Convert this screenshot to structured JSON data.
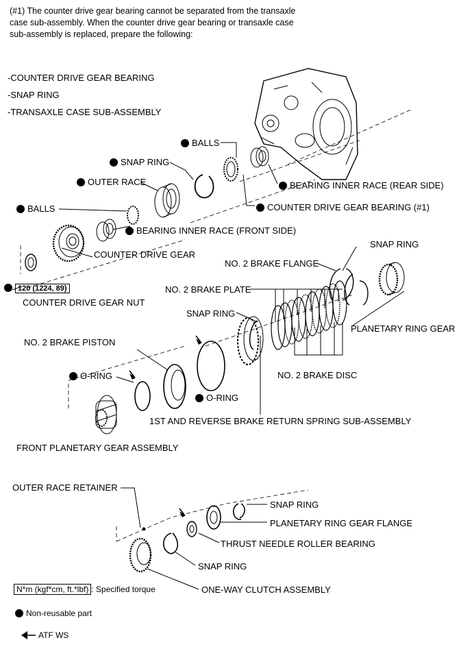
{
  "note": "(#1) The counter drive gear bearing cannot be separated from the transaxle case sub-assembly. When the counter drive gear bearing or transaxle case sub-assembly is replaced, prepare the following:",
  "prep_items": [
    "-COUNTER DRIVE GEAR BEARING",
    "-SNAP RING",
    "-TRANSAXLE CASE SUB-ASSEMBLY"
  ],
  "labels": {
    "balls": "BALLS",
    "snap_ring": "SNAP RING",
    "outer_race": "OUTER RACE",
    "bearing_inner_race_rear": "BEARING INNER RACE (REAR SIDE)",
    "counter_drive_gear_bearing": "COUNTER DRIVE GEAR BEARING (#1)",
    "bearing_inner_race_front": "BEARING INNER RACE (FRONT SIDE)",
    "counter_drive_gear": "COUNTER DRIVE GEAR",
    "torque_value": "120 (1224, 89)",
    "counter_drive_gear_nut": "COUNTER DRIVE GEAR NUT",
    "no2_brake_flange": "NO. 2 BRAKE FLANGE",
    "no2_brake_plate": "NO. 2 BRAKE PLATE",
    "planetary_ring_gear": "PLANETARY RING GEAR",
    "no2_brake_piston": "NO. 2 BRAKE PISTON",
    "o_ring": "O-RING",
    "no2_brake_disc": "NO. 2 BRAKE DISC",
    "return_spring": "1ST AND REVERSE BRAKE RETURN SPRING SUB-ASSEMBLY",
    "front_planetary_gear": "FRONT PLANETARY GEAR ASSEMBLY",
    "outer_race_retainer": "OUTER RACE RETAINER",
    "planetary_ring_gear_flange": "PLANETARY RING GEAR FLANGE",
    "thrust_needle_roller_bearing": "THRUST NEEDLE ROLLER BEARING",
    "one_way_clutch": "ONE-WAY CLUTCH ASSEMBLY"
  },
  "legend": {
    "torque_units": "N*m (kgf*cm, ft.*lbf)",
    "torque_desc": ": Specified torque",
    "non_reusable": "Non-reusable part",
    "atf_ws": "ATF WS"
  }
}
